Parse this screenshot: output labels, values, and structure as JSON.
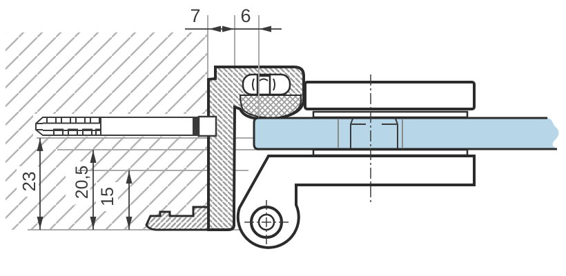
{
  "dimensions": {
    "d7": "7",
    "d6": "6",
    "d23": "23",
    "d20_5": "20,5",
    "d15": "15"
  },
  "colors": {
    "bg": "#ffffff",
    "outline": "#2b2b2b",
    "line": "#3a3a3a",
    "light_line": "#a9a9a9",
    "wall_hatch": "#b3b3b3",
    "profile_hatch": "#9c9c9c",
    "glass": "#b7d7e9",
    "white": "#ffffff"
  }
}
